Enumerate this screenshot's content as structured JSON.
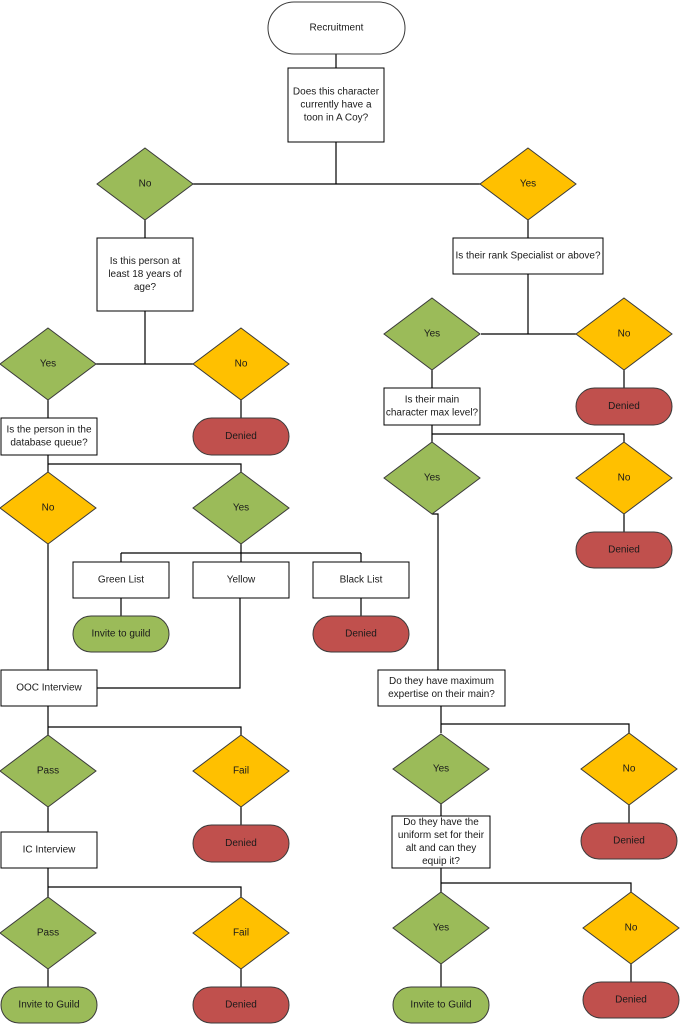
{
  "colors": {
    "green": "#9bbb59",
    "yellow": "#ffc000",
    "red": "#c0504d",
    "process": "#ffffff",
    "stroke": "#000000"
  },
  "nodes": {
    "recruitment": "Recruitment",
    "q_toon": [
      "Does this character",
      "currently have a",
      "toon in A Coy?"
    ],
    "d_no_toon": "No",
    "d_yes_toon": "Yes",
    "q_age": [
      "Is this person at",
      "least 18 years of",
      "age?"
    ],
    "q_rank": [
      "Is their rank Specialist or above?"
    ],
    "d_yes_age": "Yes",
    "d_no_age": "No",
    "d_yes_rank": "Yes",
    "d_no_rank": "No",
    "denied_age": "Denied",
    "denied_rank": "Denied",
    "q_queue": [
      "Is the person in the",
      "database queue?"
    ],
    "q_maxlevel": [
      "Is their main",
      "character max level?"
    ],
    "d_no_queue": "No",
    "d_yes_queue": "Yes",
    "d_yes_level": "Yes",
    "d_no_level": "No",
    "denied_level": "Denied",
    "p_green": "Green List",
    "p_yellow": "Yellow",
    "p_black": "Black List",
    "t_invite_green": "Invite to guild",
    "denied_black": "Denied",
    "p_ooc": "OOC Interview",
    "q_expertise": [
      "Do they have maximum",
      "expertise on their main?"
    ],
    "d_pass_ooc": "Pass",
    "d_fail_ooc": "Fail",
    "denied_ooc": "Denied",
    "d_yes_exp": "Yes",
    "d_no_exp": "No",
    "denied_exp": "Denied",
    "p_ic": "IC Interview",
    "q_uniform": [
      "Do they have the",
      "uniform set for their",
      "alt and can they",
      "equip it?"
    ],
    "d_pass_ic": "Pass",
    "d_fail_ic": "Fail",
    "d_yes_uni": "Yes",
    "d_no_uni": "No",
    "t_invite_ic": "Invite to Guild",
    "denied_ic": "Denied",
    "t_invite_uni": "Invite to Guild",
    "denied_uni": "Denied"
  }
}
